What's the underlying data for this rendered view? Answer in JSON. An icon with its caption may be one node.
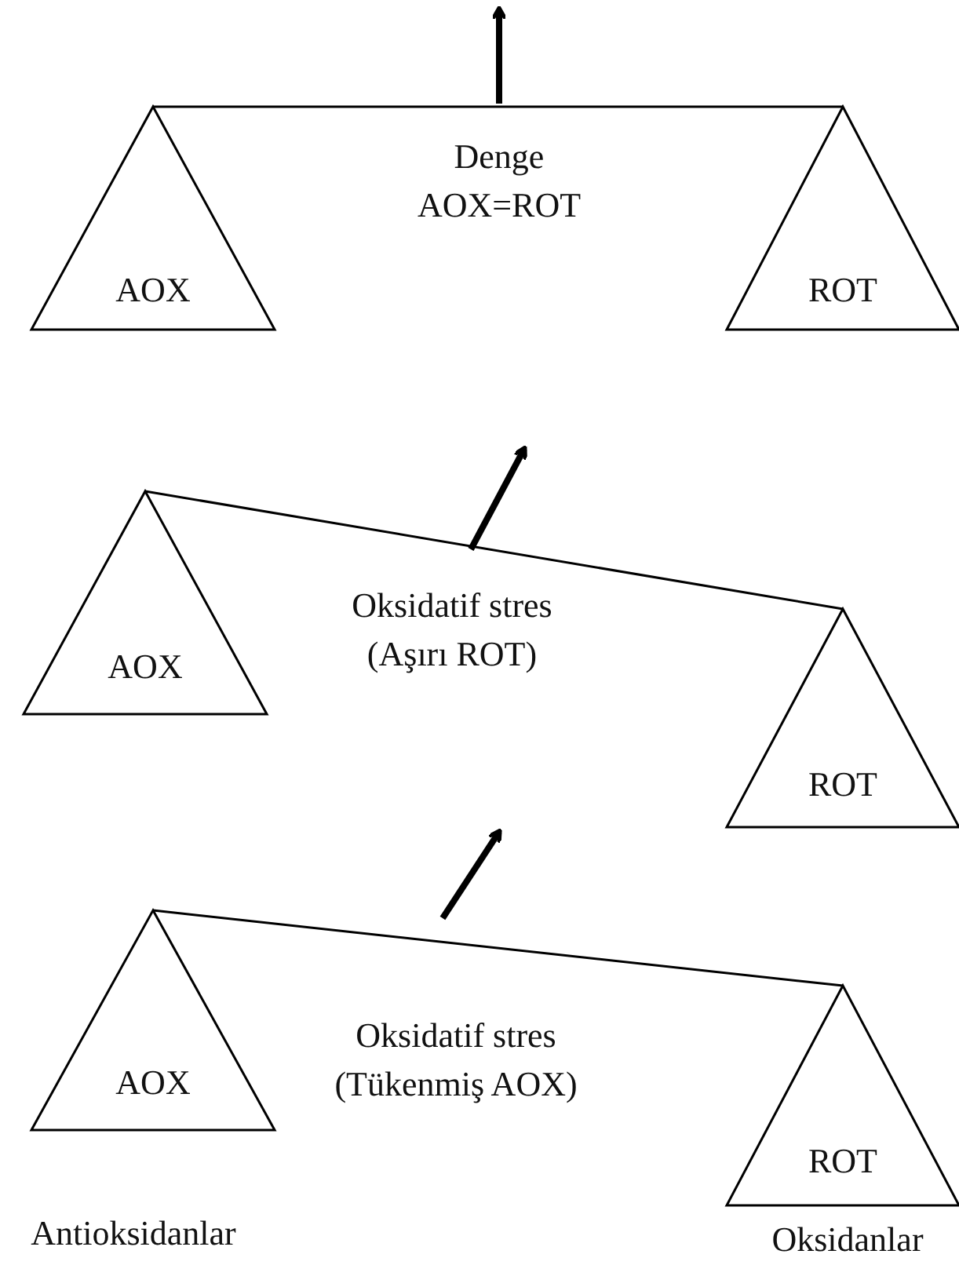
{
  "diagram": {
    "nodes": [
      {
        "text": [
          "AOX"
        ]
      },
      {
        "text": [
          "ROT"
        ]
      },
      {
        "text": [
          "AOX"
        ]
      },
      {
        "text": [
          "ROT"
        ]
      },
      {
        "text": [
          "AOX"
        ]
      },
      {
        "text": [
          "ROT"
        ]
      }
    ],
    "edges": [
      {
        "from": 0,
        "to": 1,
        "arrow": "none"
      },
      {
        "from": 2,
        "to": 3,
        "arrow": "none"
      },
      {
        "from": 4,
        "to": 5,
        "arrow": "none"
      }
    ],
    "labels": [
      "Denge AOX=ROT",
      "Oksidatif stres (Aşırı ROT)",
      "Oksidatif stres (Tükenmiş AOX)",
      "Antioksidanlar",
      "Oksidanlar"
    ]
  }
}
